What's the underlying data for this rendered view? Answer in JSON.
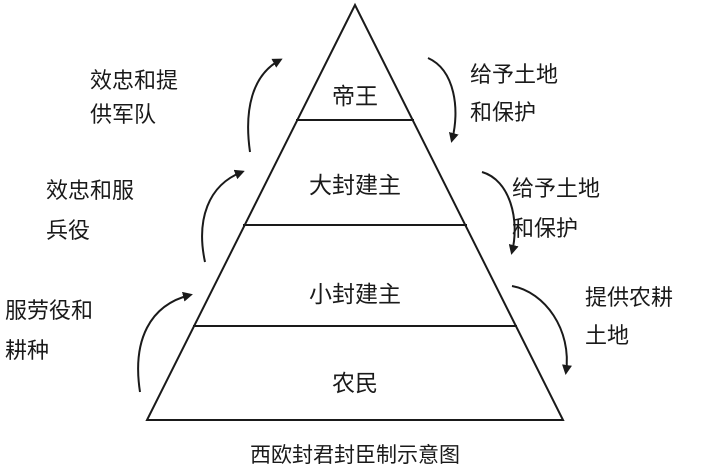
{
  "title": "西欧封君封臣制示意图",
  "levels": [
    "帝王",
    "大封建主",
    "小封建主",
    "农民"
  ],
  "left_labels": [
    {
      "line1": "效忠和提",
      "line2": "供军队"
    },
    {
      "line1": "效忠和服",
      "line2": "兵役"
    },
    {
      "line1": "服劳役和",
      "line2": "耕种"
    }
  ],
  "right_labels": [
    {
      "line1": "给予土地",
      "line2": "和保护"
    },
    {
      "line1": "给予土地",
      "line2": "和保护"
    },
    {
      "line1": "提供农耕",
      "line2": "土地"
    }
  ]
}
